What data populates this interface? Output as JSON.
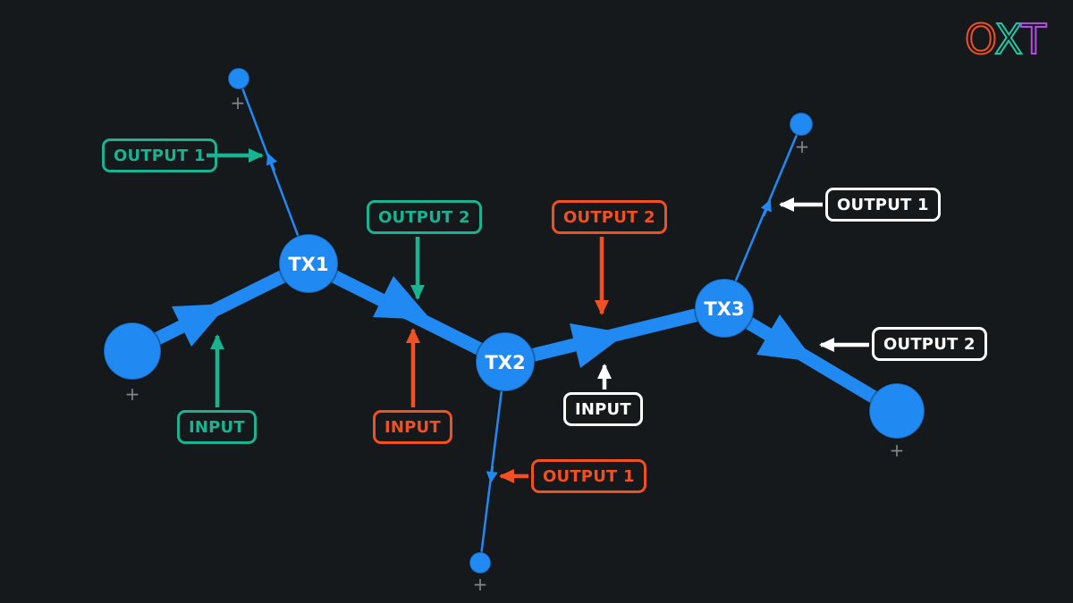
{
  "colors": {
    "background": "#15191c",
    "node_blue": "#2089f2",
    "teal": "#19b392",
    "orange": "#f15022",
    "white": "#ffffff",
    "plus_gray": "#7f868c",
    "logo_teal": "#20c9a6",
    "logo_purple": "#b44ce6"
  },
  "logo": {
    "o": "O",
    "x": "X",
    "t": "T"
  },
  "nodes": [
    {
      "label": "TX1"
    },
    {
      "label": "TX2"
    },
    {
      "label": "TX3"
    }
  ],
  "plus": "+",
  "annotations": {
    "tx1_output1": "OUTPUT 1",
    "tx1_output2": "OUTPUT 2",
    "tx1_input": "INPUT",
    "tx2_output1": "OUTPUT 1",
    "tx2_output2": "OUTPUT 2",
    "tx2_input": "INPUT",
    "tx3_output1": "OUTPUT 1",
    "tx3_output2": "OUTPUT 2",
    "tx3_input": "INPUT"
  }
}
